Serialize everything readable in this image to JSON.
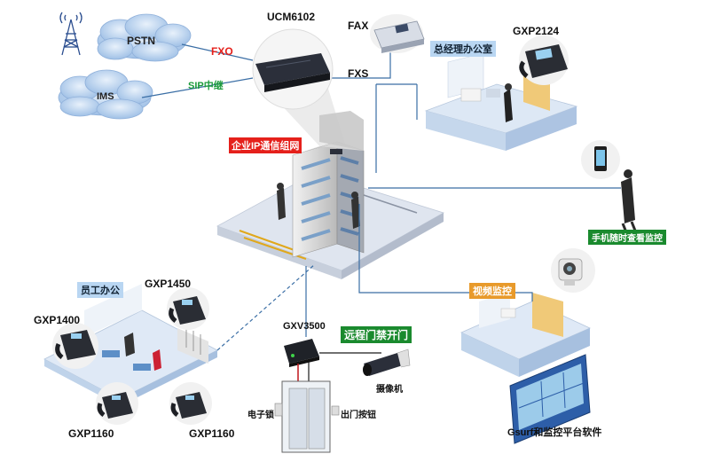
{
  "clouds": {
    "pstn": "PSTN",
    "ims": "IMS"
  },
  "links": {
    "fxo": "FXO",
    "sip_trunk": "SIP中继",
    "fxs": "FXS"
  },
  "devices": {
    "ucm": "UCM6102",
    "fax": "FAX",
    "gxp2124": "GXP2124",
    "gxp1450": "GXP1450",
    "gxp1400": "GXP1400",
    "gxp1160_left": "GXP1160",
    "gxp1160_right": "GXP1160",
    "gxv3500": "GXV3500"
  },
  "labels": {
    "gm_office": "总经理办公室",
    "enterprise_network": "企业IP通信组网",
    "mobile_monitor": "手机随时查看监控",
    "staff_office": "员工办公",
    "video_surveillance": "视频监控",
    "remote_door": "远程门禁开门",
    "camera": "摄像机",
    "e_lock": "电子锁",
    "exit_button": "出门按钮",
    "gsurf": "Gsurf和监控平台软件"
  },
  "colors": {
    "fxo": "#e5201b",
    "sip": "#1a9a3a",
    "tag_red": "#e5201b",
    "tag_green": "#1a8a2e",
    "tag_blue": "#b9d6f2",
    "tag_orange": "#e89a2b",
    "link_line": "#3a6ea5"
  }
}
